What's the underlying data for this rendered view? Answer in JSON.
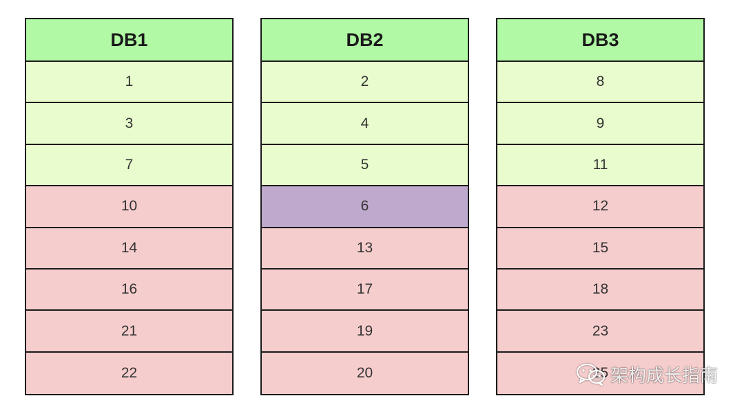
{
  "colors": {
    "header_bg": "#b1f9a4",
    "range_a_bg": "#e9fccd",
    "range_b_bg": "#f6cdcd",
    "highlight_bg": "#bfa9cd",
    "border": "#1a1a1a"
  },
  "databases": [
    {
      "name": "DB1",
      "rows": [
        {
          "value": "1",
          "color": "#e9fccd"
        },
        {
          "value": "3",
          "color": "#e9fccd"
        },
        {
          "value": "7",
          "color": "#e9fccd"
        },
        {
          "value": "10",
          "color": "#f6cdcd"
        },
        {
          "value": "14",
          "color": "#f6cdcd"
        },
        {
          "value": "16",
          "color": "#f6cdcd"
        },
        {
          "value": "21",
          "color": "#f6cdcd"
        },
        {
          "value": "22",
          "color": "#f6cdcd"
        }
      ]
    },
    {
      "name": "DB2",
      "rows": [
        {
          "value": "2",
          "color": "#e9fccd"
        },
        {
          "value": "4",
          "color": "#e9fccd"
        },
        {
          "value": "5",
          "color": "#e9fccd"
        },
        {
          "value": "6",
          "color": "#bfa9cd"
        },
        {
          "value": "13",
          "color": "#f6cdcd"
        },
        {
          "value": "17",
          "color": "#f6cdcd"
        },
        {
          "value": "19",
          "color": "#f6cdcd"
        },
        {
          "value": "20",
          "color": "#f6cdcd"
        }
      ]
    },
    {
      "name": "DB3",
      "rows": [
        {
          "value": "8",
          "color": "#e9fccd"
        },
        {
          "value": "9",
          "color": "#e9fccd"
        },
        {
          "value": "11",
          "color": "#e9fccd"
        },
        {
          "value": "12",
          "color": "#f6cdcd"
        },
        {
          "value": "15",
          "color": "#f6cdcd"
        },
        {
          "value": "18",
          "color": "#f6cdcd"
        },
        {
          "value": "23",
          "color": "#f6cdcd"
        },
        {
          "value": "25",
          "color": "#f6cdcd"
        }
      ]
    }
  ],
  "watermark": {
    "icon": "wechat-icon",
    "text": "架构成长指南"
  }
}
